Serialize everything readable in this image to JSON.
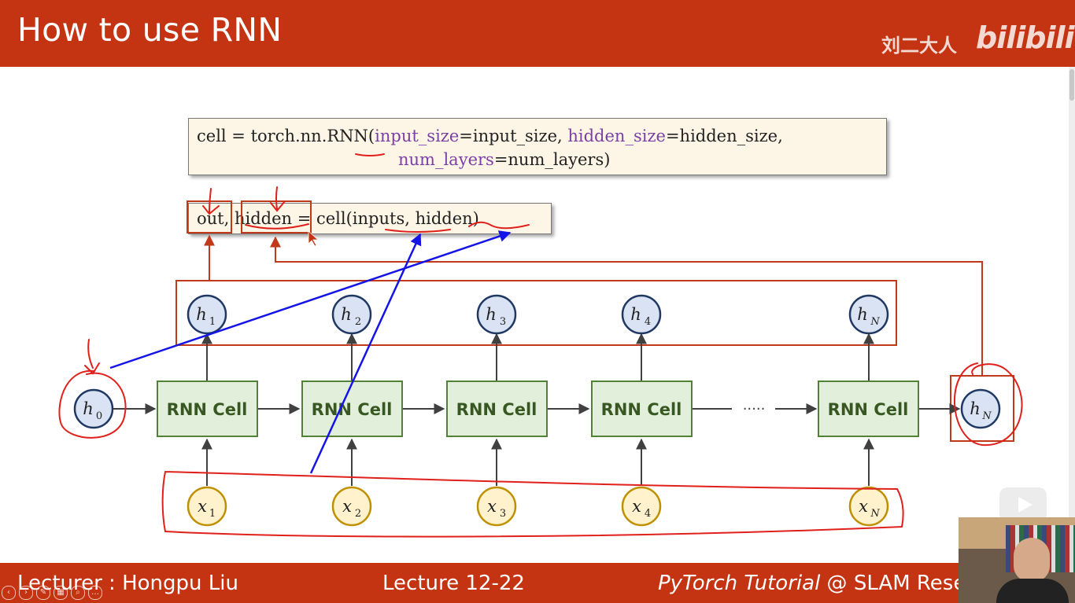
{
  "slide": {
    "title": "How to use RNN",
    "brand_cn": "刘二大人",
    "brand_logo": "bilibili"
  },
  "code": {
    "line1_prefix": "cell = torch.nn.RNN(",
    "line1_arg1_name": "input_size",
    "line1_arg1_value": "=input_size, ",
    "line1_arg2_name": "hidden_size",
    "line1_arg2_value": "=hidden_size,",
    "line2_arg3_name": "num_layers",
    "line2_arg3_value": "=num_layers)",
    "call_line": "out, hidden = cell(inputs, hidden)"
  },
  "diagram": {
    "cell_label": "RNN Cell",
    "ellipsis": "·····",
    "h0": "0",
    "hN": "N",
    "hidden_states": [
      "1",
      "2",
      "3",
      "4",
      "N"
    ],
    "inputs": [
      "1",
      "2",
      "3",
      "4",
      "N"
    ]
  },
  "footer": {
    "lecturer": "Lecturer : Hongpu Liu",
    "lecture": "Lecture 12-22",
    "tutorial_italic": "PyTorch Tutorial",
    "tutorial_rest": " @ SLAM Resea"
  },
  "colors": {
    "accent": "#c43413",
    "cell_fill": "#e2efda",
    "cell_border": "#538135",
    "cell_text": "#385723",
    "hidden_fill": "#dae3f3",
    "hidden_border": "#1f3864",
    "input_fill": "#fff2cc",
    "input_border": "#bf9000",
    "annotation_red": "#e0201a",
    "annotation_blue": "#1414e6",
    "box_red": "#c0391b"
  },
  "icons": [
    "play-icon",
    "webcam-presenter"
  ]
}
